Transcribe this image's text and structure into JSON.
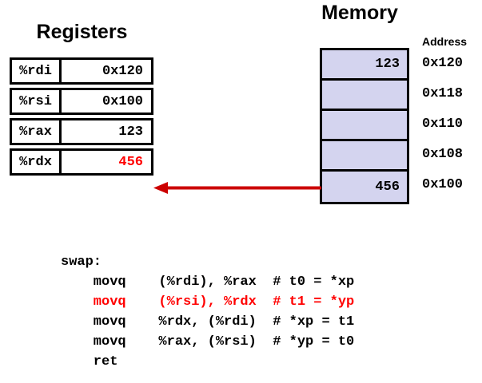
{
  "headings": {
    "registers": "Registers",
    "memory": "Memory",
    "address": "Address"
  },
  "registers": {
    "rows": [
      {
        "name": "%rdi",
        "value": "0x120",
        "highlight": false
      },
      {
        "name": "%rsi",
        "value": "0x100",
        "highlight": false
      },
      {
        "name": "%rax",
        "value": "123",
        "highlight": false
      },
      {
        "name": "%rdx",
        "value": "456",
        "highlight": true
      }
    ]
  },
  "memory": {
    "cells": [
      {
        "value": "123",
        "address": "0x120"
      },
      {
        "value": "",
        "address": "0x118"
      },
      {
        "value": "",
        "address": "0x110"
      },
      {
        "value": "",
        "address": "0x108"
      },
      {
        "value": "456",
        "address": "0x100"
      }
    ],
    "cell_fill_color": "#d4d4ef"
  },
  "arrow": {
    "name": "memory-to-rdx-arrow",
    "color": "#cc0000",
    "direction": "right-to-left",
    "from": "memory cell 0x100",
    "to": "register %rdx"
  },
  "code": {
    "label": "swap:",
    "lines": [
      {
        "text": "    movq    (%rdi), %rax  # t0 = *xp",
        "highlight": false
      },
      {
        "text": "    movq    (%rsi), %rdx  # t1 = *yp",
        "highlight": true
      },
      {
        "text": "    movq    %rdx, (%rdi)  # *xp = t1",
        "highlight": false
      },
      {
        "text": "    movq    %rax, (%rsi)  # *yp = t0",
        "highlight": false
      },
      {
        "text": "    ret",
        "highlight": false
      }
    ]
  },
  "colors": {
    "highlight": "#ff0000",
    "arrow": "#cc0000",
    "memory_fill": "#d4d4ef",
    "border": "#000000",
    "background": "#ffffff"
  }
}
